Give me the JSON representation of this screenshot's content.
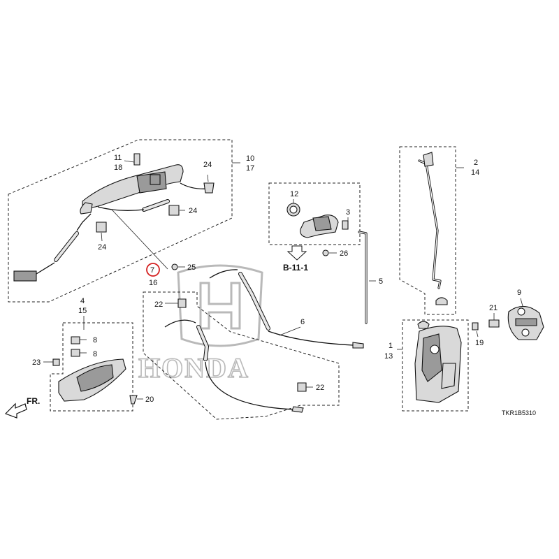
{
  "diagram": {
    "callouts": {
      "c11": "11",
      "c18": "18",
      "c10": "10",
      "c17": "17",
      "c24a": "24",
      "c24b": "24",
      "c24c": "24",
      "c25": "25",
      "c7": "7",
      "c16": "16",
      "c12": "12",
      "c3": "3",
      "c26": "26",
      "c5": "5",
      "c2": "2",
      "c14": "14",
      "c6": "6",
      "c22a": "22",
      "c22b": "22",
      "c4": "4",
      "c15": "15",
      "c8a": "8",
      "c8b": "8",
      "c23": "23",
      "c20": "20",
      "c9": "9",
      "c21": "21",
      "c19": "19",
      "c1": "1",
      "c13": "13"
    },
    "ref_label": "B-11-1",
    "front_label": "FR.",
    "diagram_code": "TKR1B5310",
    "highlighted_callout": "7",
    "highlight_color": "#d42020"
  }
}
